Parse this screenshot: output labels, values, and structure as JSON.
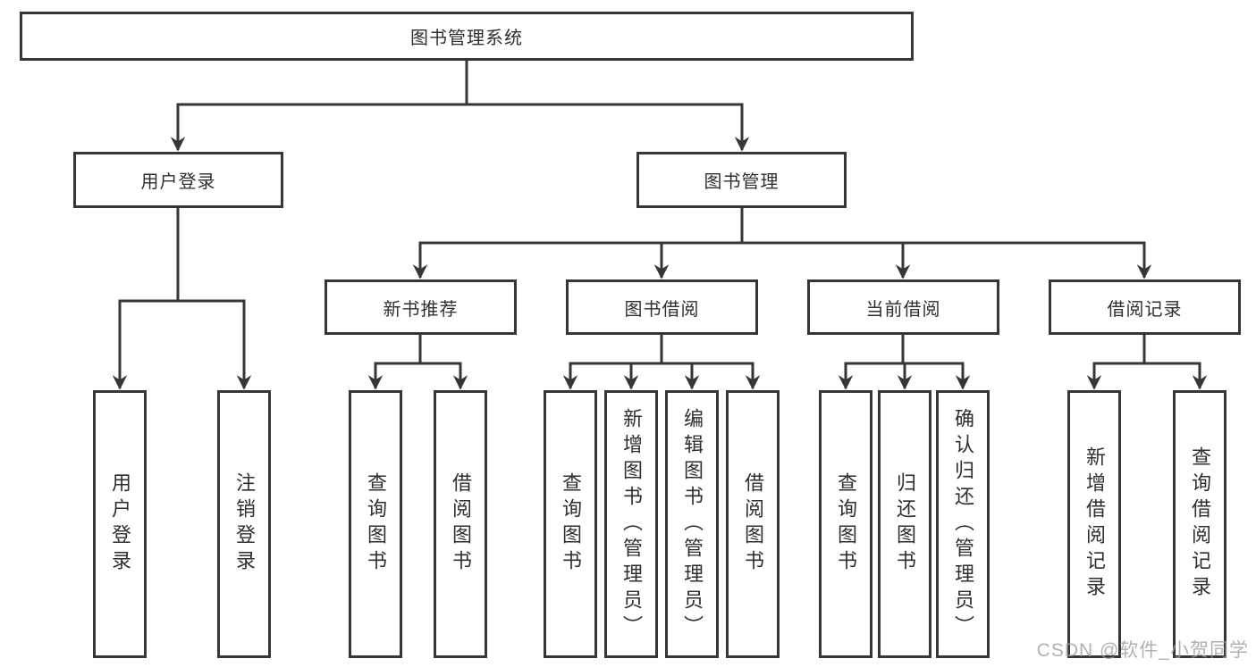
{
  "diagram_type": "hierarchy",
  "tree": {
    "label": "图书管理系统",
    "children": [
      {
        "label": "用户登录",
        "children": [
          {
            "label": "用户登录"
          },
          {
            "label": "注销登录"
          }
        ]
      },
      {
        "label": "图书管理",
        "children": [
          {
            "label": "新书推荐",
            "children": [
              {
                "label": "查询图书"
              },
              {
                "label": "借阅图书"
              }
            ]
          },
          {
            "label": "图书借阅",
            "children": [
              {
                "label": "查询图书"
              },
              {
                "label": "新增图书（管理员）"
              },
              {
                "label": "编辑图书（管理员）"
              },
              {
                "label": "借阅图书"
              }
            ]
          },
          {
            "label": "当前借阅",
            "children": [
              {
                "label": "查询图书"
              },
              {
                "label": "归还图书"
              },
              {
                "label": "确认归还（管理员）"
              }
            ]
          },
          {
            "label": "借阅记录",
            "children": [
              {
                "label": "新增借阅记录"
              },
              {
                "label": "查询借阅记录"
              }
            ]
          }
        ]
      }
    ]
  },
  "watermark": {
    "text": "CSDN @软件_小贺同学"
  },
  "colors": {
    "line": "#363636",
    "box_border": "#363636",
    "text": "#2f2f2f",
    "background": "#ffffff",
    "watermark": "#9e9e9e"
  }
}
